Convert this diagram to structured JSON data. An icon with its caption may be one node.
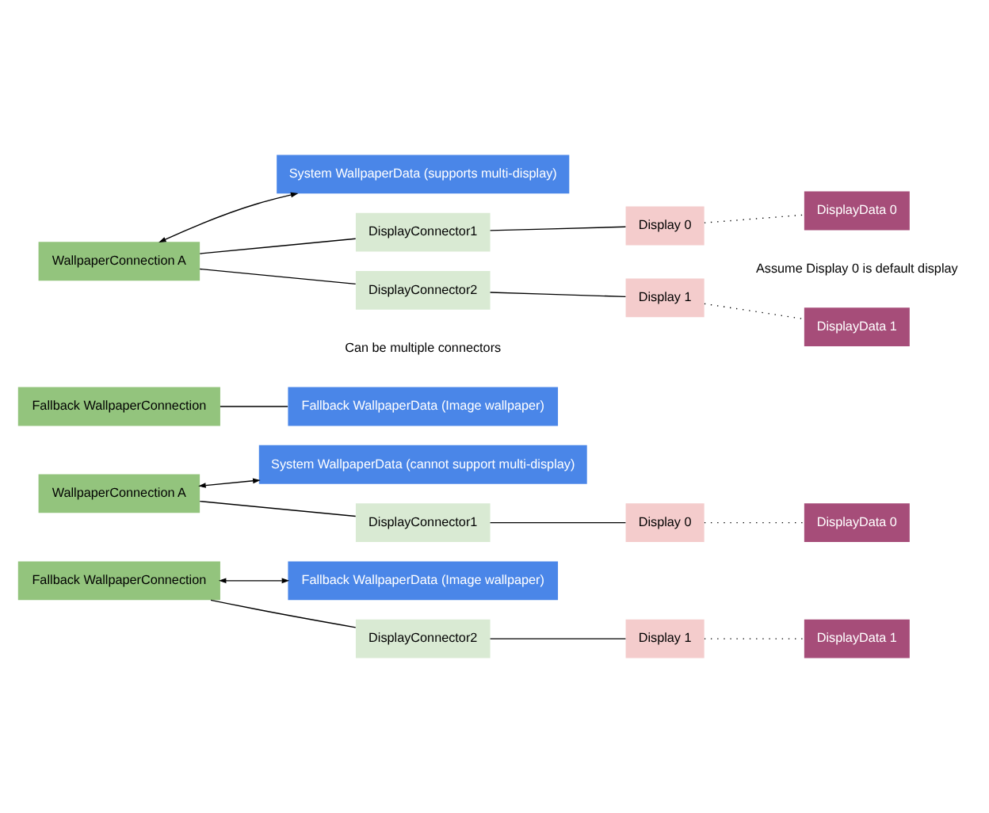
{
  "diagram": {
    "nodes": [
      {
        "text": [
          "WallpaperConnection A"
        ]
      },
      {
        "text": [
          "System WallpaperData (supports multi-display)"
        ]
      },
      {
        "text": [
          "DisplayConnector1"
        ]
      },
      {
        "text": [
          "Display 0"
        ]
      },
      {
        "text": [
          "DisplayData 0"
        ],
        "beside": [
          "Assume Display 0 is default display"
        ]
      },
      {
        "text": [
          "DisplayConnector2"
        ],
        "beside": [
          "Can be multiple connectors"
        ]
      },
      {
        "text": [
          "Display 1"
        ]
      },
      {
        "text": [
          "DisplayData 1"
        ]
      },
      {
        "text": [
          "Fallback WallpaperConnection"
        ]
      },
      {
        "text": [
          "Fallback WallpaperData (Image wallpaper)"
        ]
      },
      {
        "text": [
          "WallpaperConnection A"
        ]
      },
      {
        "text": [
          "System WallpaperData (cannot support multi-display)"
        ]
      },
      {
        "text": [
          "DisplayConnector1"
        ]
      },
      {
        "text": [
          "Display 0"
        ]
      },
      {
        "text": [
          "DisplayData 0"
        ]
      },
      {
        "text": [
          "Fallback WallpaperConnection"
        ]
      },
      {
        "text": [
          "Fallback WallpaperData (Image wallpaper)"
        ]
      },
      {
        "text": [
          "DisplayConnector2"
        ]
      },
      {
        "text": [
          "Display 1"
        ]
      },
      {
        "text": [
          "DisplayData 1"
        ]
      }
    ],
    "edges": [
      {
        "from": 0,
        "to": 1,
        "arrow": "both"
      },
      {
        "from": 0,
        "to": 2,
        "arrow": "none"
      },
      {
        "from": 0,
        "to": 5,
        "arrow": "none"
      },
      {
        "from": 2,
        "to": 3,
        "arrow": "none"
      },
      {
        "from": 3,
        "to": 4,
        "arrow": "none",
        "style": "dashed"
      },
      {
        "from": 5,
        "to": 6,
        "arrow": "none"
      },
      {
        "from": 6,
        "to": 7,
        "arrow": "none",
        "style": "dashed"
      },
      {
        "from": 8,
        "to": 9,
        "arrow": "none"
      },
      {
        "from": 10,
        "to": 11,
        "arrow": "both"
      },
      {
        "from": 10,
        "to": 12,
        "arrow": "none"
      },
      {
        "from": 12,
        "to": 13,
        "arrow": "none"
      },
      {
        "from": 13,
        "to": 14,
        "arrow": "none",
        "style": "dashed"
      },
      {
        "from": 15,
        "to": 16,
        "arrow": "both"
      },
      {
        "from": 15,
        "to": 17,
        "arrow": "none"
      },
      {
        "from": 17,
        "to": 18,
        "arrow": "none"
      },
      {
        "from": 18,
        "to": 19,
        "arrow": "none",
        "style": "dashed"
      }
    ]
  }
}
